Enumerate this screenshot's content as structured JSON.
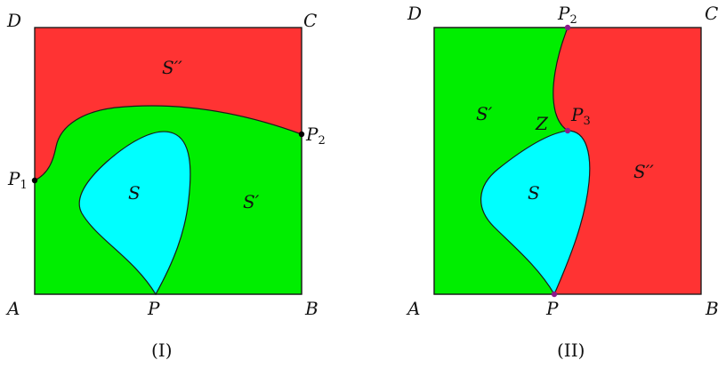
{
  "colors": {
    "red": "#ff3333",
    "green": "#00ee00",
    "cyan": "#00ffff",
    "outline": "#1a1a1a",
    "dot_black": "#000000",
    "dot_purple": "#8b1a8b"
  },
  "figure1": {
    "caption": "(I)",
    "corners": {
      "A": "A",
      "B": "B",
      "C": "C",
      "D": "D"
    },
    "point_P": "P",
    "point_P1": {
      "base": "P",
      "sub": "1"
    },
    "point_P2": {
      "base": "P",
      "sub": "2"
    },
    "region_S": "S",
    "region_S1": "S′",
    "region_S2": "S′′"
  },
  "figure2": {
    "caption": "(II)",
    "corners": {
      "A": "A",
      "B": "B",
      "C": "C",
      "D": "D"
    },
    "point_P": "P",
    "point_P2": {
      "base": "P",
      "sub": "2"
    },
    "point_P3": {
      "base": "P",
      "sub": "3"
    },
    "point_Z": "Z",
    "region_S": "S",
    "region_S1": "S′",
    "region_S2": "S′′"
  }
}
